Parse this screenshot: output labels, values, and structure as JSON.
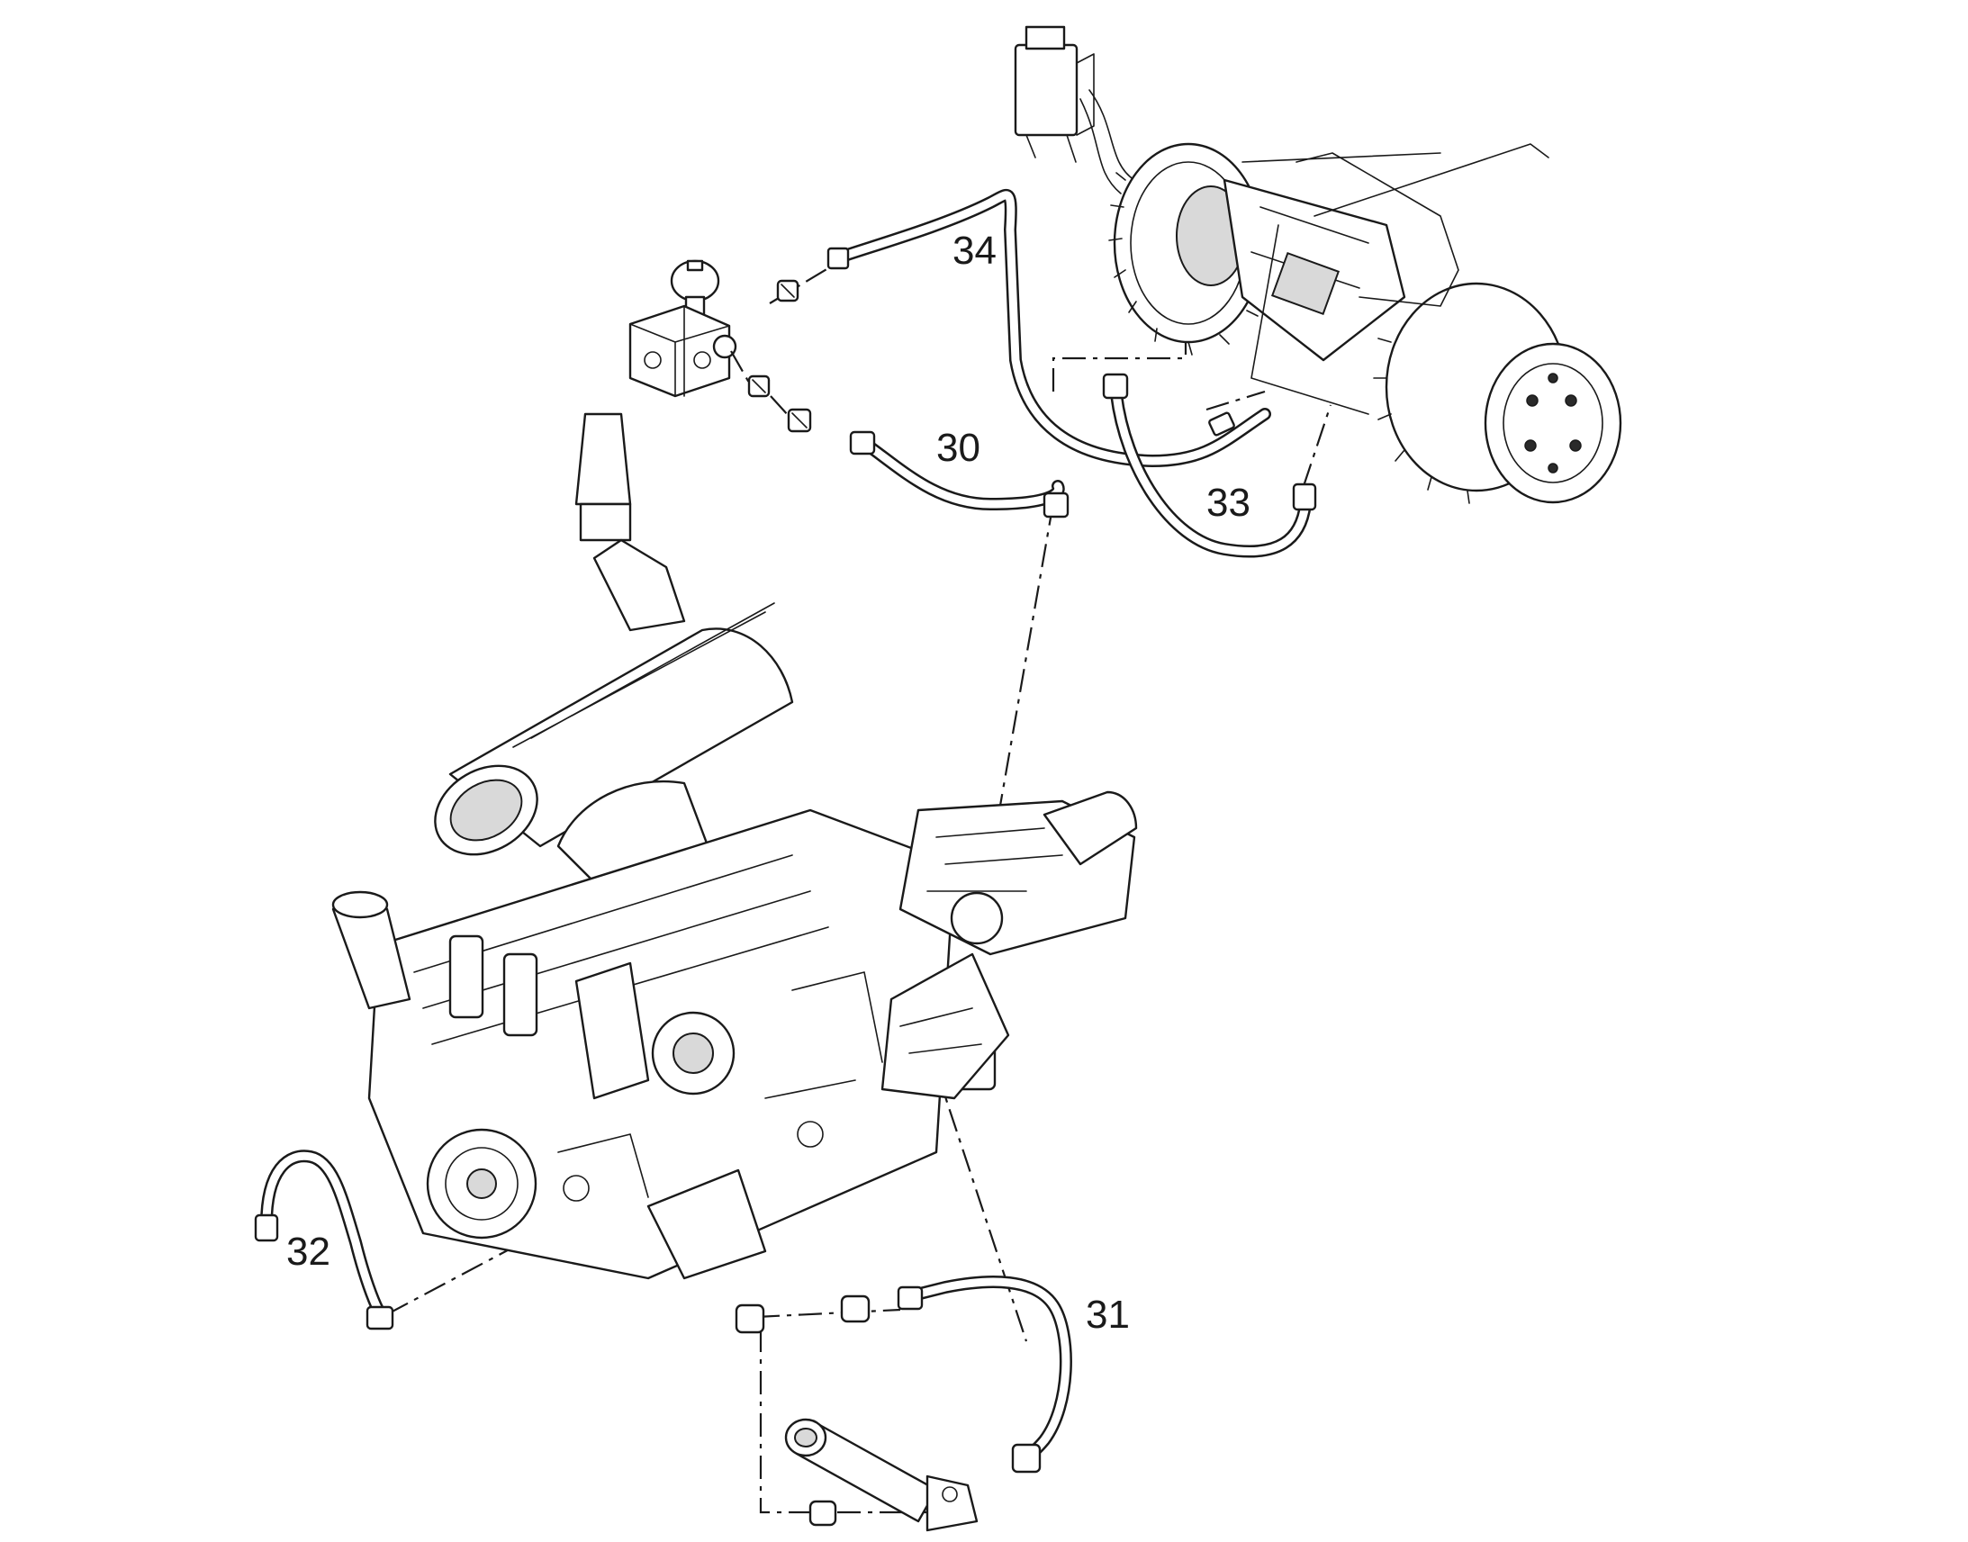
{
  "diagram": {
    "callouts": [
      {
        "id": "30",
        "label": "30"
      },
      {
        "id": "31",
        "label": "31"
      },
      {
        "id": "32",
        "label": "32"
      },
      {
        "id": "33",
        "label": "33"
      },
      {
        "id": "34",
        "label": "34"
      }
    ]
  },
  "colors": {
    "line": "#1a1a1a",
    "background": "#ffffff",
    "shade": "#d9d9d9"
  }
}
